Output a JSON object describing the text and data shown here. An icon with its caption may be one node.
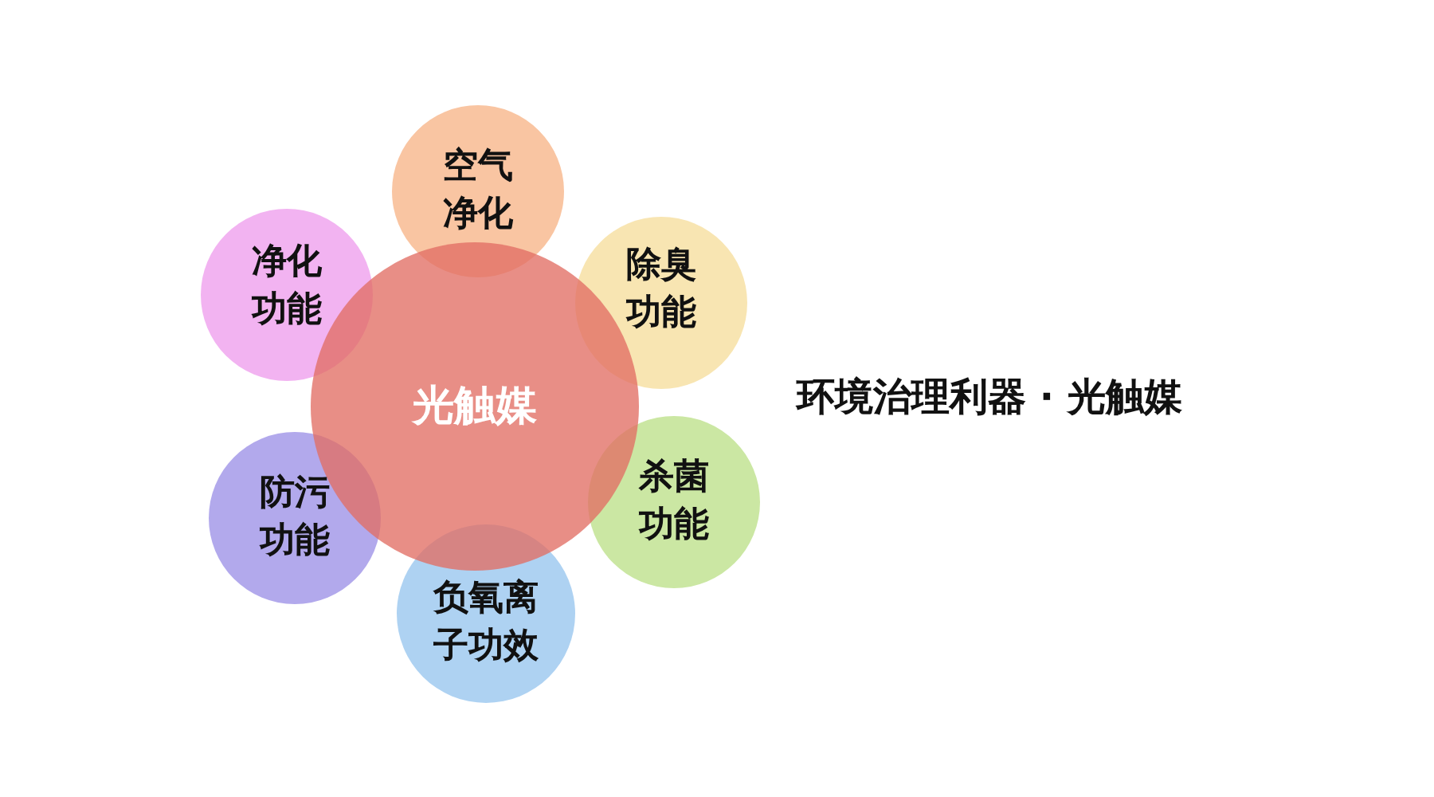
{
  "diagram": {
    "title": "环境治理利器 · 光触媒",
    "nodes": [
      {
        "text": [
          "空气净化"
        ]
      },
      {
        "text": [
          "除臭功能"
        ]
      },
      {
        "text": [
          "杀菌功能"
        ]
      },
      {
        "text": [
          "负氧离子功效"
        ]
      },
      {
        "text": [
          "防污功能"
        ]
      },
      {
        "text": [
          "净化功能"
        ]
      },
      {
        "text": [
          "光触媒"
        ]
      }
    ],
    "edges": []
  }
}
